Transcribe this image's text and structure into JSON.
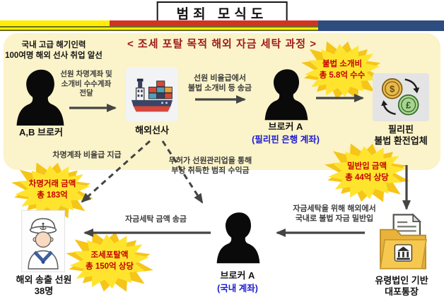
{
  "header": {
    "title": "범죄 모식도",
    "subtitle": "< 조세 포탈 목적 해외 자금 세탁 과정 >"
  },
  "colors": {
    "panel_bg": "#FBF3C9",
    "ribbon_yellow": "#FFEE00",
    "ribbon_red": "#D43321",
    "ribbon_navy": "#2F4C7F",
    "burst_outer": "#F5C518",
    "burst_inner": "#FFE42E",
    "burst_text_red": "#C40000",
    "subtitle_red": "#9E1B1B",
    "account_blue": "#1B1BD1"
  },
  "nodes": {
    "broker_ab": {
      "note": "국내 고급 해기인력\n100여명 해외 선사 취업 알선",
      "label": "A,B 브로커"
    },
    "overseas_shipper": {
      "label": "해외선사"
    },
    "broker_a_ph": {
      "label": "브로커 A",
      "sublabel": "(필리핀 은행 계좌)"
    },
    "exchanger": {
      "label": "필리핀\n불법 환전업체"
    },
    "sailors": {
      "label": "해외 송출 선원\n38명"
    },
    "broker_a_kr": {
      "label": "브로커 A",
      "sublabel": "(국내 계좌)"
    },
    "bankbook": {
      "label": "유령법인 기반\n대포통장"
    }
  },
  "edges": {
    "accounts_delivery": "선원 차명계좌 및\n소개비 수수계좌\n전달",
    "fee_remit": "선원 비율급에서\n불법 소개비 등 송금",
    "wage_payment": "차명계좌 비율급 지급",
    "criminal_proceeds": "무허가 선원관리업을 통해\n부당 취득한 범죄 수익금",
    "launder_remit": "자금세탁 금액 송금",
    "smuggle_in": "자금세탁을 위해 해외에서\n국내로 불법 자금 밀반입"
  },
  "callouts": {
    "illegal_fee": "불법 소개비\n총 5.8억 수수",
    "borrowed_name": "차명거래 금액\n총 183억",
    "smuggled_amount": "밀반입 금액\n총 44억 상당",
    "tax_evasion": "조세포탈액\n총 150억 상당"
  },
  "icons": {
    "dollar": "$",
    "pound": "£"
  }
}
